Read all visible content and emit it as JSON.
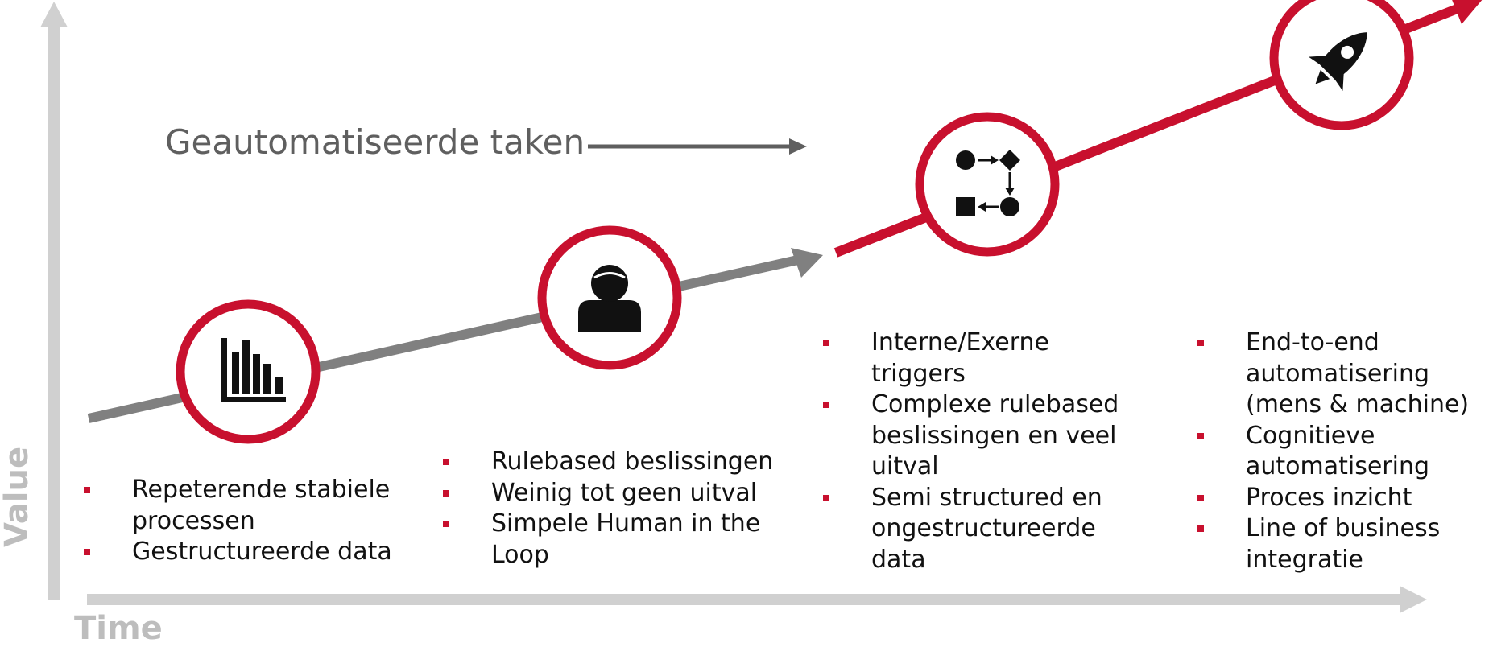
{
  "axes": {
    "y_label": "Value",
    "x_label": "Time",
    "axis_color": "#d0d0d0"
  },
  "headline": "Geautomatiseerde taken",
  "colors": {
    "accent_red": "#c8102e",
    "line_gray": "#808080",
    "icon_black": "#111111"
  },
  "stages": [
    {
      "icon": "bar-chart-icon",
      "bullets": [
        "Repeterende stabiele processen",
        "Gestructureerde data"
      ]
    },
    {
      "icon": "person-icon",
      "bullets": [
        "Rulebased beslissingen",
        "Weinig tot geen uitval",
        "Simpele Human in the Loop"
      ]
    },
    {
      "icon": "process-flow-icon",
      "bullets": [
        "Interne/Exerne triggers",
        "Complexe rulebased beslissingen en veel uitval",
        "Semi structured en ongestructureerde data"
      ]
    },
    {
      "icon": "rocket-icon",
      "bullets": [
        "End-to-end automatisering (mens & machine)",
        "Cognitieve automatisering",
        "Proces inzicht",
        "Line of business integratie"
      ]
    }
  ]
}
